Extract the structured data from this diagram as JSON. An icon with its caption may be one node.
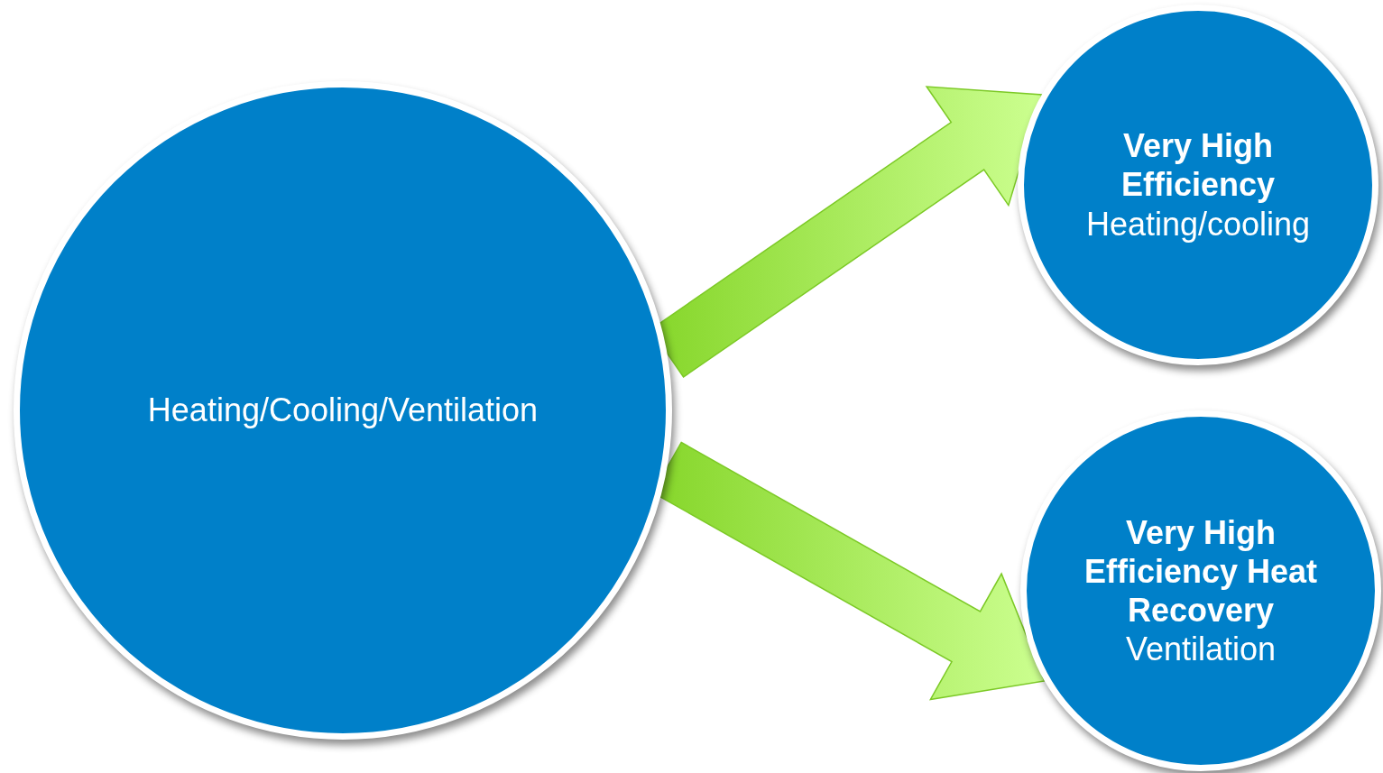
{
  "diagram": {
    "nodes": [
      {
        "text": [
          "Heating/Cooling/Ventilation"
        ]
      },
      {
        "text": [
          "Very High Efficiency",
          "Heating/cooling"
        ]
      },
      {
        "text": [
          "Very High Efficiency Heat Recovery",
          "Ventilation"
        ]
      }
    ],
    "edges": [
      {
        "from": 0,
        "to": 1,
        "arrow": "to",
        "style": "thick"
      },
      {
        "from": 0,
        "to": 2,
        "arrow": "to",
        "style": "thick"
      }
    ]
  }
}
